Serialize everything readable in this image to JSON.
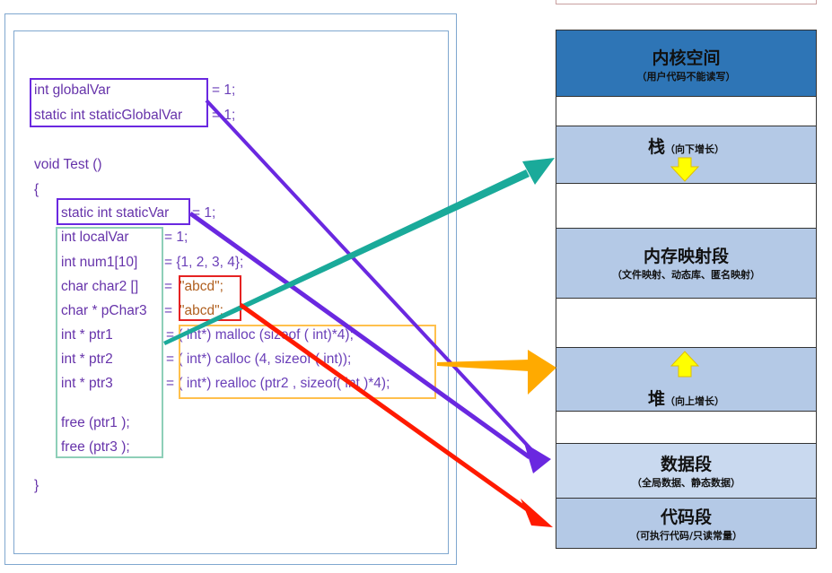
{
  "code": {
    "line_global_decl": "int globalVar",
    "line_global_init": "= 1;",
    "line_static_global_decl": "static int staticGlobalVar",
    "line_static_global_init": "= 1;",
    "line_func": "void Test ()",
    "line_open": "{",
    "line_static_local_decl": "static int staticVar",
    "line_static_local_init": "= 1;",
    "line_local": "int localVar",
    "line_local_init": "= 1;",
    "line_num": "int num1[10]",
    "line_num_init": "= {1, 2, 3, 4};",
    "line_char2": "char char2 []",
    "line_char2_eq": "=",
    "line_char2_str": "\"abcd\";",
    "line_pchar": "char * pChar3",
    "line_pchar_eq": "=",
    "line_pchar_str": "\"abcd\";",
    "line_ptr1": "int * ptr1",
    "line_ptr1_init": "= ( int*) malloc (sizeof ( int)*4);",
    "line_ptr2": "int * ptr2",
    "line_ptr2_init": "= ( int*) calloc (4, sizeof ( int));",
    "line_ptr3": "int * ptr3",
    "line_ptr3_init": "= ( int*) realloc (ptr2 , sizeof( int )*4);",
    "line_free1": "free (ptr1 );",
    "line_free3": "free (ptr3 );",
    "line_close": "}"
  },
  "memory": {
    "kernel": {
      "title": "内核空间",
      "sub": "（用户代码不能读写）"
    },
    "stack": {
      "title": "栈",
      "sub": "（向下增长）"
    },
    "mmap": {
      "title": "内存映射段",
      "sub": "（文件映射、动态库、匿名映射）"
    },
    "heap": {
      "title": "堆",
      "sub": "（向上增长）"
    },
    "data": {
      "title": "数据段",
      "sub": "（全局数据、静态数据）"
    },
    "code": {
      "title": "代码段",
      "sub": "（可执行代码/只读常量）"
    }
  },
  "colors": {
    "kernel_bg": "#2e75b6",
    "segment_bg": "#b4c9e6",
    "data_bg": "#c9d9ef",
    "purple": "#6a28e0",
    "teal": "#1aaa9a",
    "orange": "#ffaa00",
    "red": "#ff1a00",
    "yellow": "#ffff00"
  }
}
